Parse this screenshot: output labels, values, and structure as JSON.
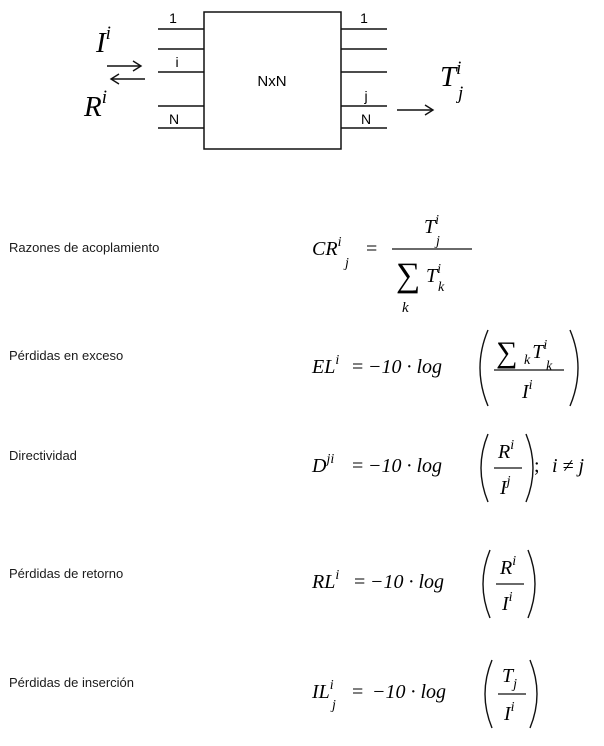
{
  "diagram": {
    "box_label": "NxN",
    "input_signal": {
      "symbol": "I",
      "sup": "i"
    },
    "reflected_signal": {
      "symbol": "R",
      "sup": "i"
    },
    "output_signal": {
      "symbol": "T",
      "sup": "i",
      "sub": "j"
    },
    "left_ports": [
      "1",
      "i",
      "N"
    ],
    "right_ports": [
      "1",
      "j",
      "N"
    ]
  },
  "rows": [
    {
      "label": "Razones de acoplamiento",
      "formula_id": "coupling-ratio"
    },
    {
      "label": "Pérdidas en exceso",
      "formula_id": "excess-loss"
    },
    {
      "label": "Directividad",
      "formula_id": "directivity"
    },
    {
      "label": "Pérdidas de retorno",
      "formula_id": "return-loss"
    },
    {
      "label": "Pérdidas de inserción",
      "formula_id": "insertion-loss"
    }
  ],
  "formulas": {
    "eq": "=",
    "minus_ten_log": "−10 · log",
    "cr": {
      "symbol": "CR",
      "sup": "i",
      "sub": "j",
      "num": "T",
      "num_sup": "i",
      "num_sub": "j",
      "sum": "∑",
      "sum_index": "k",
      "den": "T",
      "den_sup": "i",
      "den_sub": "k"
    },
    "el": {
      "symbol": "EL",
      "sup": "i",
      "sum": "∑",
      "sum_sub": "k",
      "num": "T",
      "num_sup": "i",
      "num_sub": "k",
      "den": "I",
      "den_sup": "i"
    },
    "d": {
      "symbol": "D",
      "sup": "ji",
      "num": "R",
      "num_sup": "i",
      "den": "I",
      "den_sup": "j",
      "condition": "i ≠ j"
    },
    "rl": {
      "symbol": "RL",
      "sup": "i",
      "num": "R",
      "num_sup": "i",
      "den": "I",
      "den_sup": "i"
    },
    "il": {
      "symbol": "IL",
      "sup": "i",
      "sub": "j",
      "num": "T",
      "num_sub": "j",
      "den": "I",
      "den_sup": "i"
    }
  }
}
